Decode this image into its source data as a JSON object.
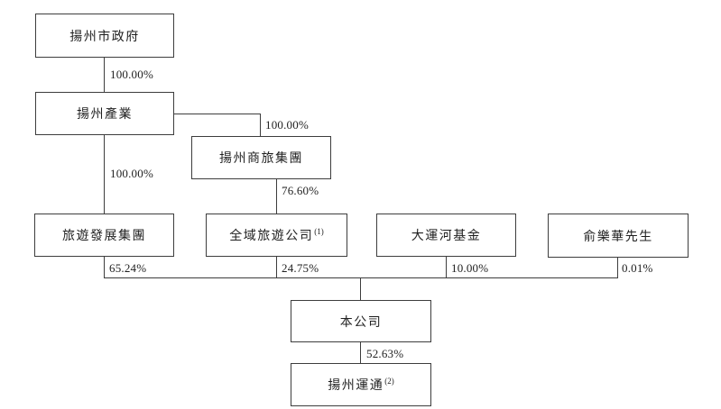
{
  "diagram": {
    "type": "org-shareholding-structure",
    "colors": {
      "background": "#ffffff",
      "line": "#3d3d3d",
      "text": "#1f1f1f"
    },
    "nodes": {
      "gov": {
        "label": "揚州市政府"
      },
      "industry": {
        "label": "揚州產業"
      },
      "shanglv": {
        "label": "揚州商旅集團"
      },
      "lvfa": {
        "label": "旅遊發展集團"
      },
      "quanyu": {
        "label": "全域旅遊公司",
        "sup": "(1)"
      },
      "dayunhe": {
        "label": "大運河基金"
      },
      "yulehua": {
        "label": "俞樂華先生"
      },
      "company": {
        "label": "本公司"
      },
      "yuntong": {
        "label": "揚州運通",
        "sup": "(2)"
      }
    },
    "edges": {
      "gov_to_industry": "100.00%",
      "industry_to_shanglv": "100.00%",
      "industry_to_lvfa": "100.00%",
      "shanglv_to_quanyu": "76.60%",
      "lvfa_to_company": "65.24%",
      "quanyu_to_company": "24.75%",
      "dayunhe_to_company": "10.00%",
      "yulehua_to_company": "0.01%",
      "company_to_yuntong": "52.63%"
    }
  }
}
